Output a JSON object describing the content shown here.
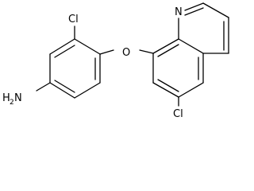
{
  "molecule": {
    "labels": {
      "cl_top": "Cl",
      "oxygen": "O",
      "nitrogen": "N",
      "cl_bottom": "Cl",
      "amine_h": "H",
      "amine_sub": "2",
      "amine_n": "N"
    }
  }
}
